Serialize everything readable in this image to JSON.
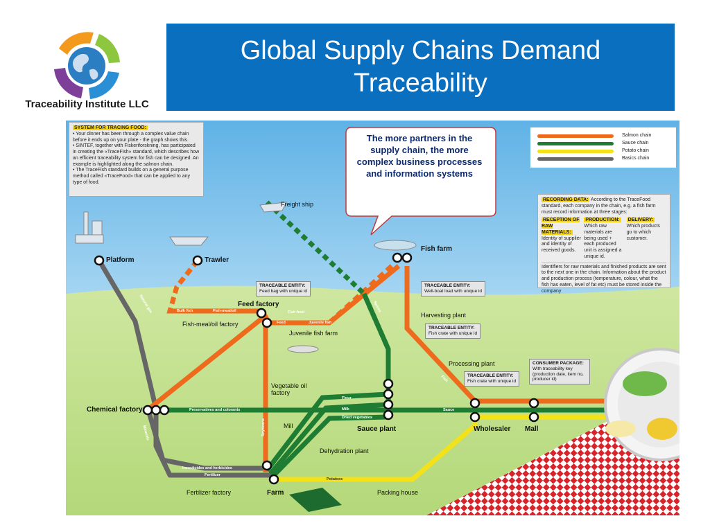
{
  "header": {
    "title": "Global Supply Chains Demand Traceability",
    "logo_text": "Traceability Institute LLC"
  },
  "bubble": {
    "text": "The more partners in the supply chain, the more complex business processes and information systems"
  },
  "info_box": {
    "heading": "SYSTEM FOR TRACING FOOD:",
    "lines": [
      "• Your dinner has been through a complex value chain before it ends up on your plate - the graph shows this.",
      "• SINTEF, together with Fiskeriforskning, has participated in creating the «TraceFish» standard, which describes how an efficient traceability system for fish can be designed. An example is highlighted along the salmon chain.",
      "• The TraceFish standard builds on a general purpose method called «TraceFood» that can be applied to any type of food."
    ]
  },
  "legend": {
    "items": [
      {
        "label": "Salmon chain",
        "color": "#ee6a1c"
      },
      {
        "label": "Sauce chain",
        "color": "#1e7d32"
      },
      {
        "label": "Potato chain",
        "color": "#f3e21a"
      },
      {
        "label": "Basics chain",
        "color": "#666666"
      }
    ]
  },
  "recording_box": {
    "heading": "RECORDING DATA:",
    "intro": "According to the TraceFood standard, each company in the chain, e.g. a fish farm must record information at three stages:",
    "col1_head": "RECEPTION OF RAW MATERIALS:",
    "col1_text": "Identity of supplier and identity of received goods.",
    "col2_head": "PRODUCTION:",
    "col2_text": "Which raw materials are being used + each produced unit is assigned a unique id.",
    "col3_head": "DELIVERY:",
    "col3_text": "Which products go to which customer.",
    "footer": "Identifiers for raw materials and finished products are sent to the next one in the chain. Information about the product and production process (temperature, colour, what the fish has eaten, level of fat etc) must be stored inside the company"
  },
  "stations": {
    "platform": "Platform",
    "trawler": "Trawler",
    "freight_ship": "Freight ship",
    "fish_farm": "Fish farm",
    "feed_factory": "Feed factory",
    "fishmeal_factory": "Fish-meal/oil factory",
    "juvenile_farm": "Juvenile fish farm",
    "harvesting_plant": "Harvesting plant",
    "processing_plant": "Processing plant",
    "vegetable_oil": "Vegetable oil factory",
    "chemical_factory": "Chemical factory",
    "mill": "Mill",
    "sauce_plant": "Sauce plant",
    "wholesaler": "Wholesaler",
    "mall": "Mall",
    "dehydration_plant": "Dehydration plant",
    "fertilizer_factory": "Fertilizer factory",
    "farm": "Farm",
    "packing_house": "Packing house"
  },
  "tags": {
    "feed_bag": {
      "head": "TRACEABLE ENTITY:",
      "text": "Feed bag with unique id"
    },
    "well_boat": {
      "head": "TRACEABLE ENTITY:",
      "text": "Well-boat load with unique id"
    },
    "fish_crate1": {
      "head": "TRACEABLE ENTITY:",
      "text": "Fish crate with unique id"
    },
    "fish_crate2": {
      "head": "TRACEABLE ENTITY:",
      "text": "Fish crate with unique id"
    },
    "consumer": {
      "head": "CONSUMER PACKAGE:",
      "text": "With traceability key (production date, item no, producer id)"
    }
  },
  "segments": {
    "bulk_fish": "Bulk fish",
    "fish_meal_oil": "Fish-meal/oil",
    "fish_feed": "Fish feed",
    "feed": "Feed",
    "juvenile_fish": "Juvenile fish",
    "preservatives": "Preservatives and colorants",
    "flour": "Flour",
    "milk": "Milk",
    "dried_veg": "Dried vegetables",
    "sauce": "Sauce",
    "fertilizer": "Fertilizer",
    "insecticides": "Insecticides and herbicides",
    "potatoes": "Potatoes",
    "natural_gas": "Natural gas",
    "spices": "Spices",
    "minerals": "Minerals",
    "fish": "Fish",
    "soybeans": "Soybeans"
  }
}
